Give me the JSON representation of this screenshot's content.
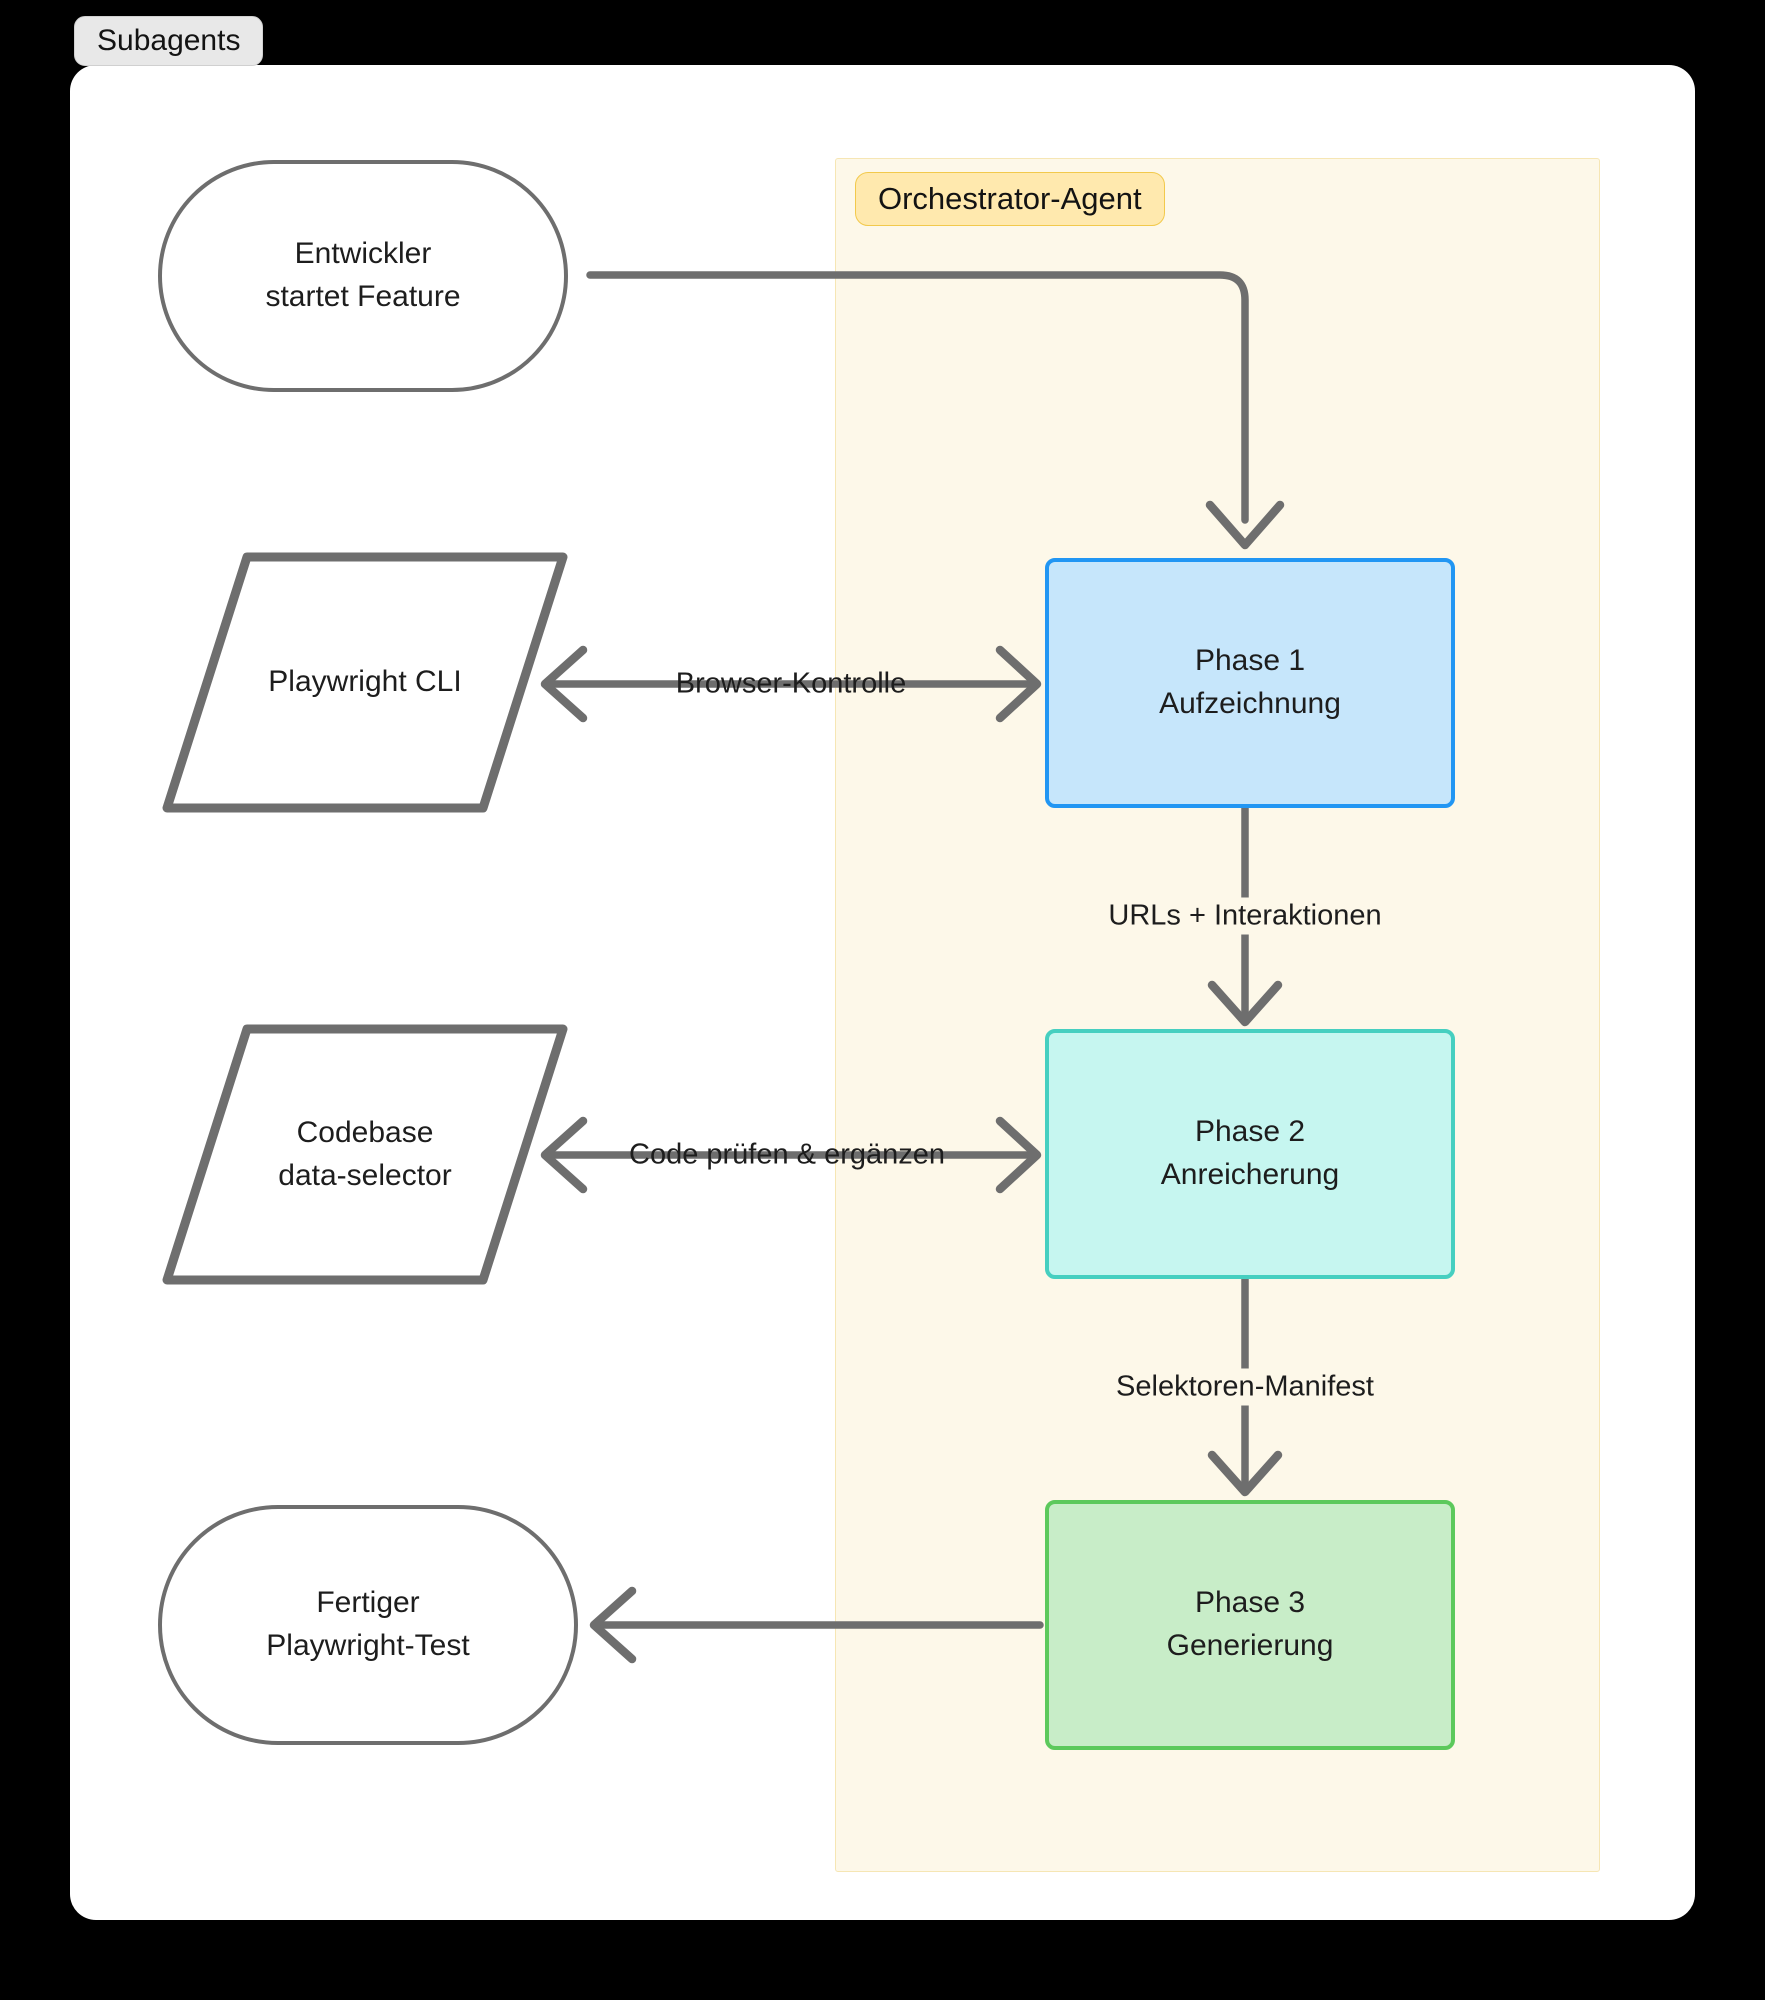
{
  "page": {
    "background": "#000000",
    "card_background": "#ffffff"
  },
  "outer_subgraph": {
    "title": "Subagents",
    "background": "#e8e8e8",
    "border": "#d0d0d0"
  },
  "orchestrator_subgraph": {
    "title": "Orchestrator-Agent",
    "panel_background": "#fdf8e9",
    "panel_border": "#f6e6b4",
    "tab_background": "#ffe9ae",
    "tab_border": "#f2c94c"
  },
  "nodes": {
    "developer": {
      "label": "Entwickler\nstartet Feature",
      "shape": "stadium",
      "fill": "#ffffff",
      "stroke": "#6e6e6e"
    },
    "playwright_cli": {
      "label": "Playwright CLI",
      "shape": "parallelogram",
      "fill": "#ffffff",
      "stroke": "#6e6e6e"
    },
    "codebase": {
      "label": "Codebase\ndata-selector",
      "shape": "parallelogram",
      "fill": "#ffffff",
      "stroke": "#6e6e6e"
    },
    "final_test": {
      "label": "Fertiger\nPlaywright-Test",
      "shape": "stadium",
      "fill": "#ffffff",
      "stroke": "#6e6e6e"
    },
    "phase1": {
      "label": "Phase 1\nAufzeichnung",
      "shape": "process",
      "fill": "#c6e6fb",
      "stroke": "#2196f3"
    },
    "phase2": {
      "label": "Phase 2\nAnreicherung",
      "shape": "process",
      "fill": "#c6f6f0",
      "stroke": "#46cfc0"
    },
    "phase3": {
      "label": "Phase 3\nGenerierung",
      "shape": "process",
      "fill": "#c8edc8",
      "stroke": "#5cc95c"
    }
  },
  "edges": {
    "developer_to_phase1": {
      "label": "",
      "from": "developer",
      "to": "phase1"
    },
    "phase1_to_playwright": {
      "label": "Browser-Kontrolle",
      "from": "phase1",
      "to": "playwright_cli"
    },
    "phase1_to_phase2": {
      "label": "URLs + Interaktionen",
      "from": "phase1",
      "to": "phase2"
    },
    "phase2_to_codebase": {
      "label": "Code prüfen & ergänzen",
      "from": "phase2",
      "to": "codebase"
    },
    "phase2_to_phase3": {
      "label": "Selektoren-Manifest",
      "from": "phase2",
      "to": "phase3"
    },
    "phase3_to_final": {
      "label": "",
      "from": "phase3",
      "to": "final_test"
    }
  },
  "style": {
    "edge_stroke": "#6e6e6e",
    "text_color": "#1d1d1d"
  }
}
